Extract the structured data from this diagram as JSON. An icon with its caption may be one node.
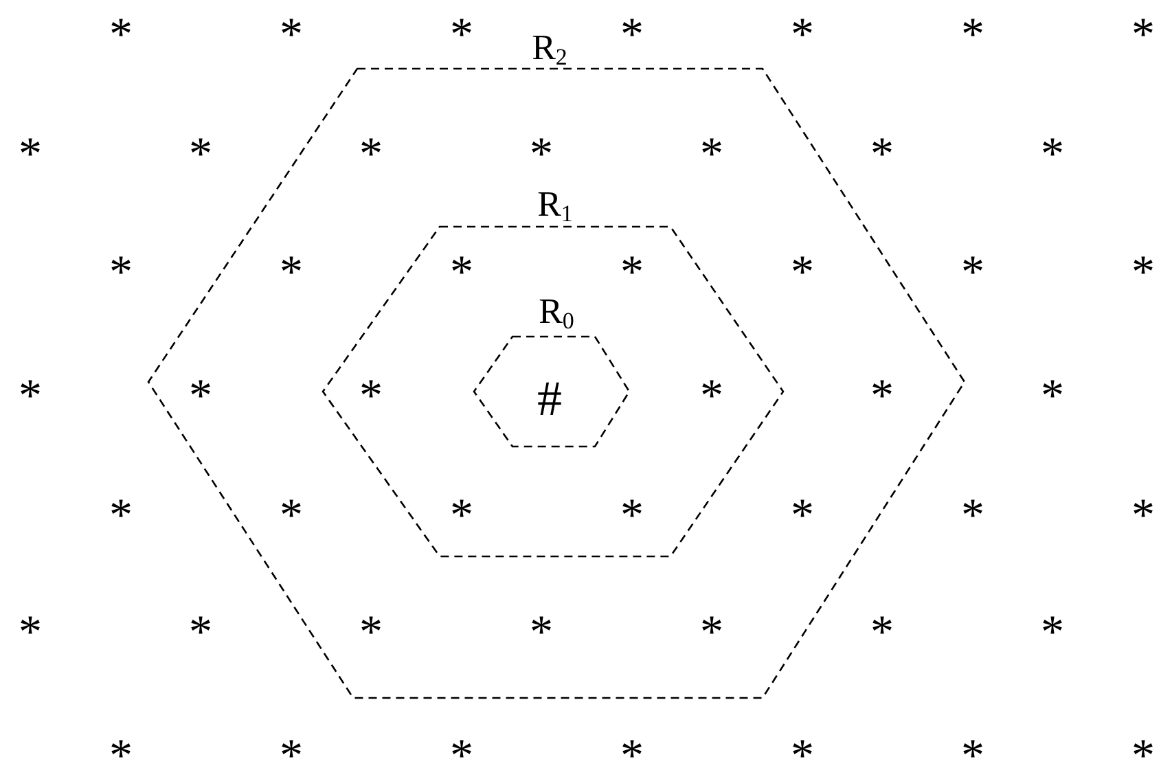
{
  "diagram": {
    "nodes": [
      {
        "text": [
          "R$_{2}$"
        ]
      },
      {
        "text": [
          "R$_{1}$"
        ],
        "in": 0
      },
      {
        "text": [
          "R$_{0}$",
          "#"
        ],
        "in": 1
      }
    ],
    "edges": [],
    "labels": [
      "*",
      "*",
      "*",
      "*",
      "*",
      "*",
      "*",
      "*",
      "*",
      "*",
      "*",
      "*",
      "*",
      "*",
      "*",
      "*",
      "*",
      "*",
      "*",
      "*",
      "*",
      "*",
      "*",
      "*",
      "*",
      "*",
      "*",
      "*",
      "*",
      "*",
      "*",
      "*",
      "*",
      "*",
      "*",
      "*",
      "*",
      "*",
      "*",
      "*",
      "*",
      "*",
      "*",
      "*",
      "*",
      "*",
      "*",
      "*"
    ]
  }
}
